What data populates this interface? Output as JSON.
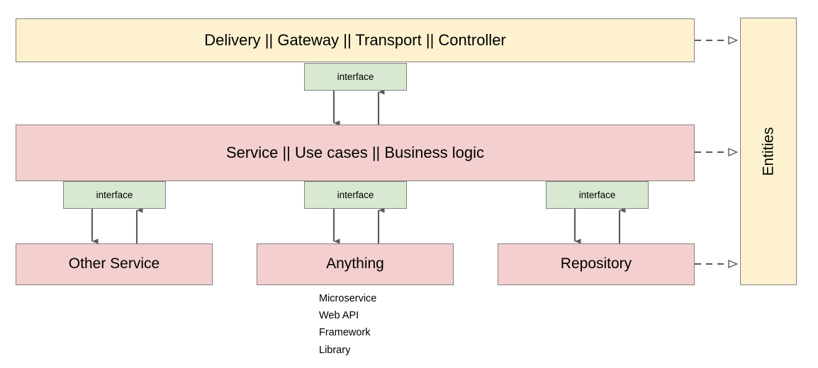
{
  "diagram": {
    "title": "Layered / Clean Architecture diagram",
    "colors": {
      "layer_yellow": "#fdf1cf",
      "layer_pink": "#f4cfcf",
      "interface_green": "#d9e8d1",
      "border": "#83827f",
      "connector": "#58595b",
      "text": "#000000",
      "background": "#ffffff"
    },
    "layers": {
      "delivery": {
        "label": "Delivery || Gateway || Transport || Controller"
      },
      "service": {
        "label": "Service || Use cases || Business logic"
      }
    },
    "interfaces": {
      "top": {
        "label": "interface"
      },
      "left": {
        "label": "interface"
      },
      "middle": {
        "label": "interface"
      },
      "right": {
        "label": "interface"
      }
    },
    "nodes": {
      "other_service": {
        "label": "Other Service"
      },
      "anything": {
        "label": "Anything"
      },
      "repository": {
        "label": "Repository"
      }
    },
    "entities": {
      "label": "Entities"
    },
    "notes": [
      "Microservice",
      "Web API",
      "Framework",
      "Library"
    ],
    "connectors": {
      "solid_bidirectional_pairs": 4,
      "dashed_dependency_arrows": 3,
      "dashed_arrow_style": "hollow-triangle-head"
    }
  }
}
